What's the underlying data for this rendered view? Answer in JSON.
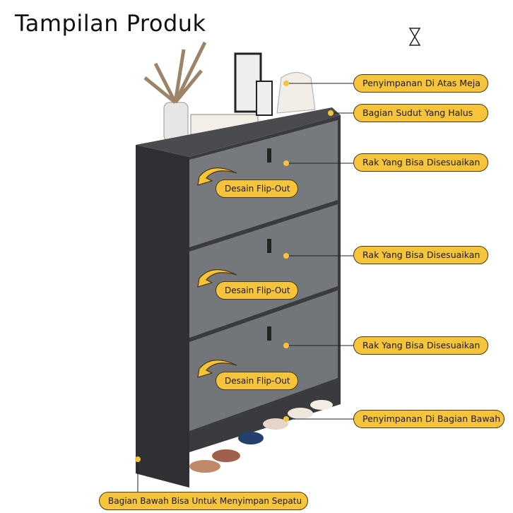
{
  "title": "Tampilan Produk",
  "icons": {
    "top_right": "hourglass-icon"
  },
  "colors": {
    "label_fill": "#f6c43a",
    "cabinet_body": "#3a3b3e",
    "drawer": "#74777b"
  },
  "labels": {
    "top_storage": "Penyimpanan Di Atas Meja",
    "smooth_corner": "Bagian Sudut Yang Halus",
    "shelf_1": "Rak Yang Bisa Disesuaikan",
    "shelf_2": "Rak Yang Bisa Disesuaikan",
    "shelf_3": "Rak Yang Bisa Disesuaikan",
    "bottom_storage": "Penyimpanan Di Bagian Bawah",
    "flip_1": "Desain Flip-Out",
    "flip_2": "Desain Flip-Out",
    "flip_3": "Desain Flip-Out",
    "bottom_shoes": "Bagian Bawah Bisa Untuk Menyimpan Sepatu"
  }
}
